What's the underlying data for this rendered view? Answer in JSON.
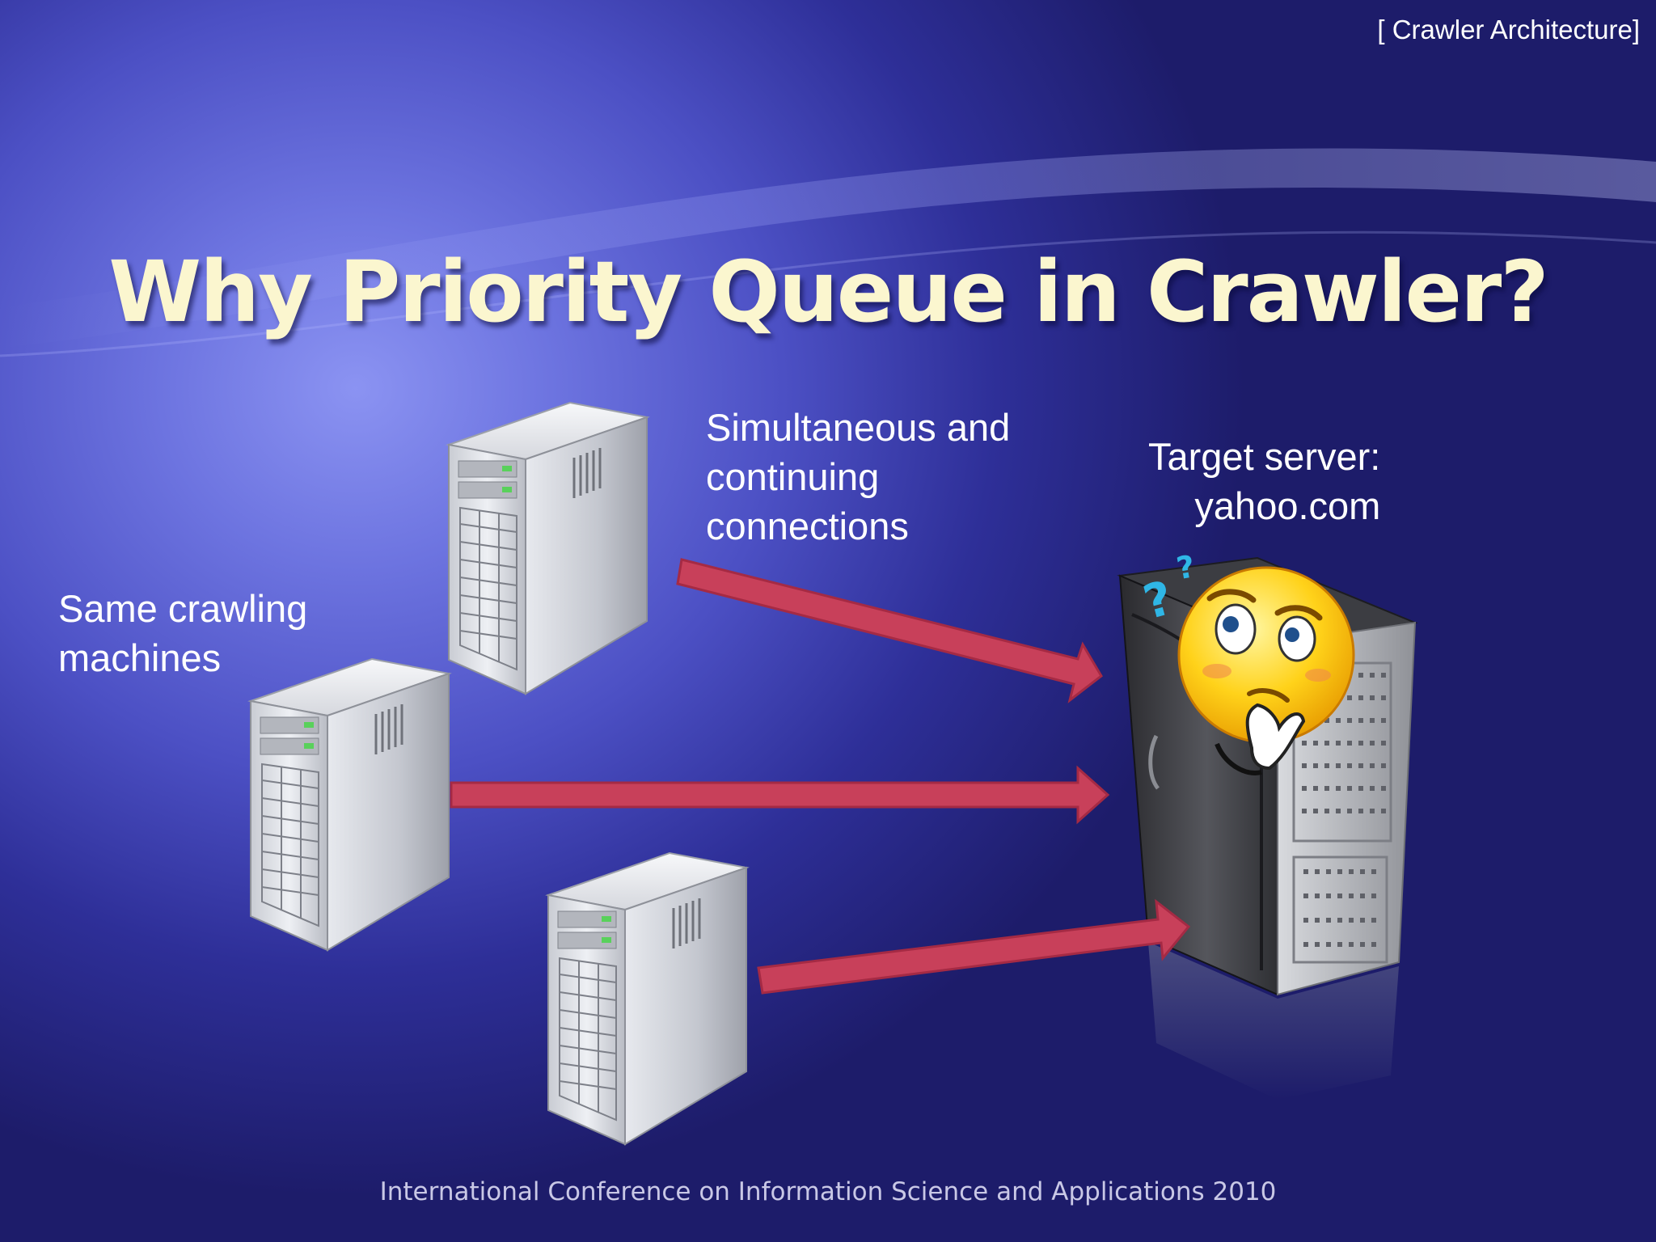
{
  "slide": {
    "section_tag": "[ Crawler Architecture]",
    "title": "Why Priority Queue in Crawler?",
    "footer": "International Conference on Information Science and Applications 2010"
  },
  "diagram": {
    "machines_label": [
      "Same crawling",
      "machines"
    ],
    "connections_label": [
      "Simultaneous and",
      "continuing",
      "connections"
    ],
    "target_label": [
      "Target server:",
      "yahoo.com"
    ],
    "icons": {
      "source_servers": "server-tower-icon",
      "target_server": "dark-server-tower-icon",
      "confused_face": "thinking-face-icon",
      "arrows": "red-arrow"
    },
    "colors": {
      "arrow_fill": "#c8405a",
      "arrow_stroke": "#a52a44",
      "title_color": "#fbf6cf"
    }
  }
}
